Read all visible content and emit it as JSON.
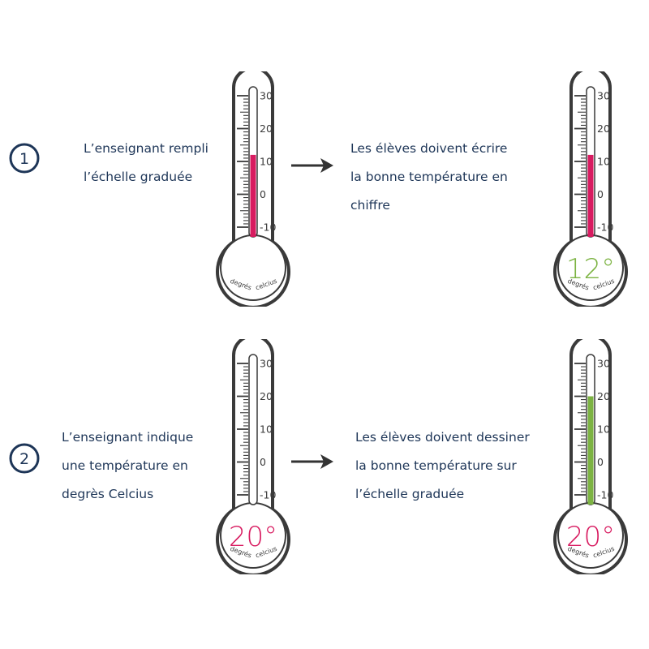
{
  "colors": {
    "outline": "#3a3a3a",
    "text": "#1d3557",
    "red": "#d81b60",
    "green": "#7cb342",
    "tube": "#ffffff"
  },
  "scale": {
    "labels": [
      "30",
      "20",
      "10",
      "0",
      "-10"
    ],
    "values": [
      30,
      20,
      10,
      0,
      -10
    ],
    "min": -10,
    "max": 30,
    "unit_left": "degrés",
    "unit_right": "celcius"
  },
  "rows": [
    {
      "number": "1",
      "teacher_lines": [
        "L’enseignant rempli",
        "l’échelle graduée"
      ],
      "student_lines": [
        "Les élèves doivent écrire",
        "la bonne température en",
        "chiffre"
      ],
      "left_thermometer": {
        "fill_value": 12,
        "fill_color": "#d81b60",
        "bulb_text": "",
        "bulb_text_color": ""
      },
      "right_thermometer": {
        "fill_value": 12,
        "fill_color": "#d81b60",
        "bulb_text": "12°",
        "bulb_text_color": "#7cb342"
      }
    },
    {
      "number": "2",
      "teacher_lines": [
        "L’enseignant indique",
        "une température en",
        "degrès Celcius"
      ],
      "student_lines": [
        "Les élèves doivent dessiner",
        "la bonne température sur",
        "l’échelle graduée"
      ],
      "left_thermometer": {
        "fill_value": null,
        "fill_color": "",
        "bulb_text": "20°",
        "bulb_text_color": "#d81b60"
      },
      "right_thermometer": {
        "fill_value": 20,
        "fill_color": "#7cb342",
        "bulb_text": "20°",
        "bulb_text_color": "#d81b60"
      }
    }
  ]
}
